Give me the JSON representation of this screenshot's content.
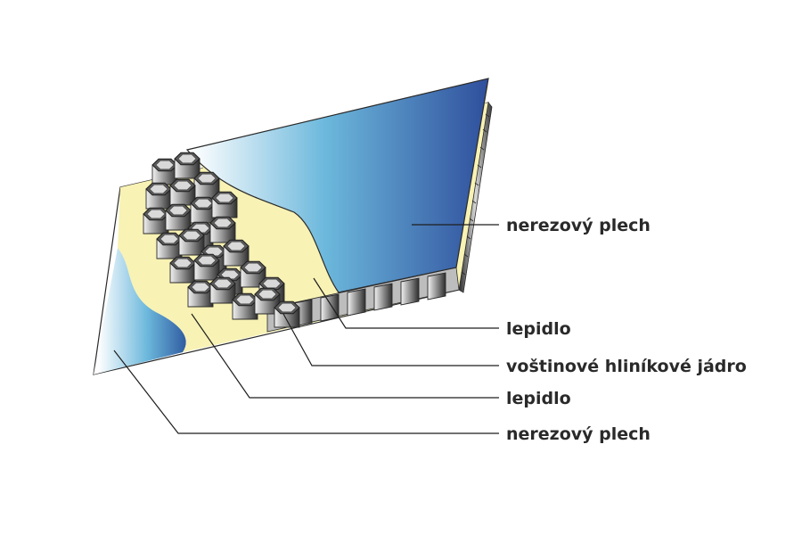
{
  "labels": {
    "top_sheet": "nerezový plech",
    "top_adhesive": "lepidlo",
    "core": "voštinové hliníkové jádro",
    "bottom_adhesive": "lepidlo",
    "bottom_sheet": "nerezový plech"
  },
  "colors": {
    "sheet_light": "#ffffff",
    "sheet_mid": "#6cb8dc",
    "sheet_dark": "#2f4f9c",
    "adhesive": "#f8f2b4",
    "core_light": "#e8e8e8",
    "core_dark": "#3a3a3a"
  }
}
